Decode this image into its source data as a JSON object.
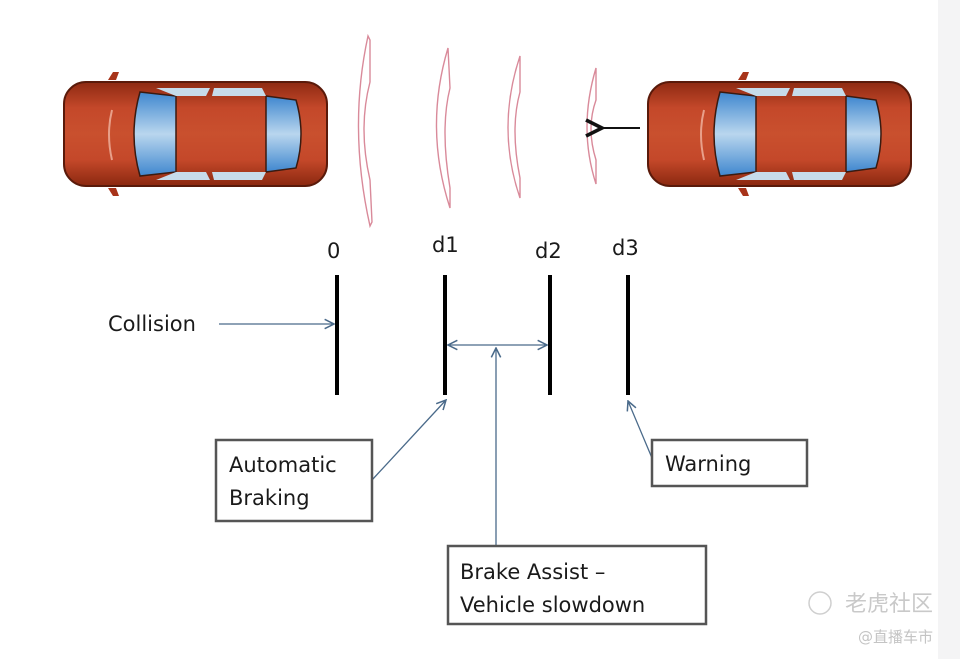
{
  "diagram": {
    "title": "Collision avoidance distance zones",
    "markers": [
      {
        "id": "zero",
        "label": "0"
      },
      {
        "id": "d1",
        "label": "d1"
      },
      {
        "id": "d2",
        "label": "d2"
      },
      {
        "id": "d3",
        "label": "d3"
      }
    ],
    "labels": {
      "collision": "Collision",
      "automatic_braking_line1": "Automatic",
      "automatic_braking_line2": "Braking",
      "brake_assist_line1": "Brake Assist –",
      "brake_assist_line2": "Vehicle slowdown",
      "warning": "Warning"
    },
    "vehicles": [
      {
        "role": "lead-vehicle",
        "color": "#b83a1e"
      },
      {
        "role": "following-vehicle",
        "color": "#b83a1e",
        "direction": "left"
      }
    ],
    "radar_waves": 4,
    "colors": {
      "car_body": "#b83a1e",
      "car_glass": "#5a9fd8",
      "wave_outline": "#d98a9a",
      "arrow": "#4a6a8a",
      "marker_line": "#000000",
      "box_border": "#555555"
    }
  },
  "watermark": {
    "brand": "老虎社区",
    "handle": "@直播车市"
  }
}
